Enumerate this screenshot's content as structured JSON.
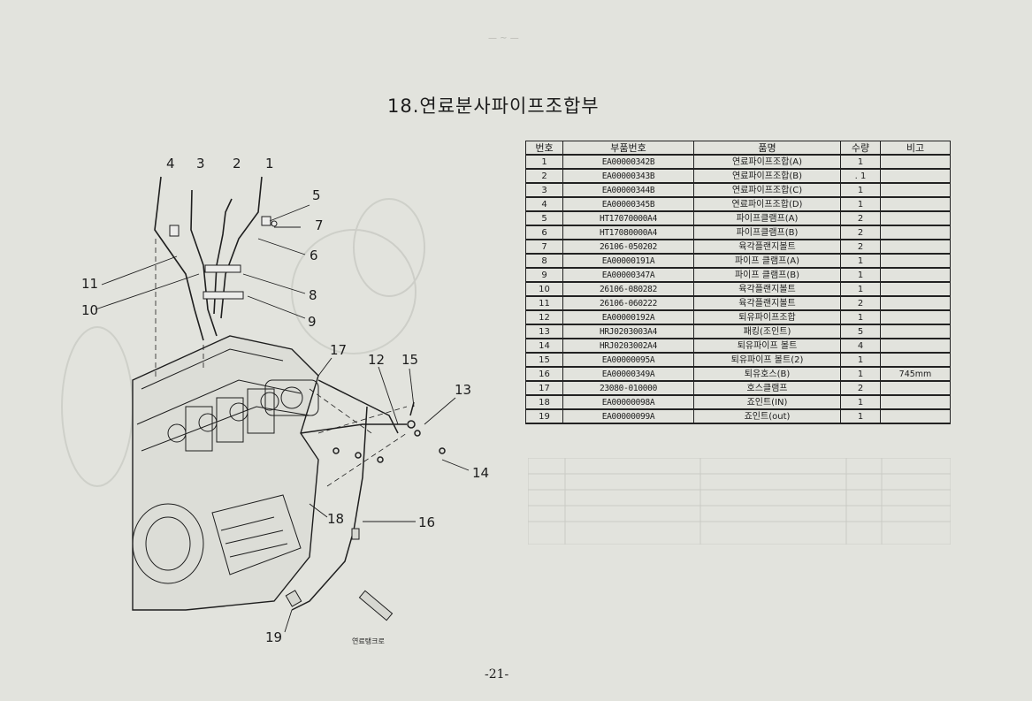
{
  "doc": {
    "section_title": "18.연료분사파이프조합부",
    "page_number": "-21-",
    "tank_label": "연료탱크로"
  },
  "callouts": [
    "4",
    "3",
    "2",
    "1",
    "5",
    "7",
    "6",
    "11",
    "8",
    "10",
    "9",
    "17",
    "12",
    "15",
    "13",
    "14",
    "18",
    "16",
    "19"
  ],
  "table": {
    "headers": {
      "no": "번호",
      "part_no": "부품번호",
      "name": "품명",
      "qty": "수량",
      "note": "비고"
    },
    "rows": [
      {
        "no": "1",
        "part_no": "EA00000342B",
        "name": "연료파이프조합(A)",
        "qty": "1",
        "note": ""
      },
      {
        "no": "2",
        "part_no": "EA00000343B",
        "name": "연료파이프조합(B)",
        "qty": ". 1",
        "note": ""
      },
      {
        "no": "3",
        "part_no": "EA00000344B",
        "name": "연료파이프조합(C)",
        "qty": "1",
        "note": ""
      },
      {
        "no": "4",
        "part_no": "EA00000345B",
        "name": "연료파이프조합(D)",
        "qty": "1",
        "note": ""
      },
      {
        "no": "5",
        "part_no": "HT17070000A4",
        "name": "파이프클램프(A)",
        "qty": "2",
        "note": ""
      },
      {
        "no": "6",
        "part_no": "HT17080000A4",
        "name": "파이프클램프(B)",
        "qty": "2",
        "note": ""
      },
      {
        "no": "7",
        "part_no": "26106-050202",
        "name": "육각플랜지볼트",
        "qty": "2",
        "note": ""
      },
      {
        "no": "8",
        "part_no": "EA00000191A",
        "name": "파이프 클램프(A)",
        "qty": "1",
        "note": ""
      },
      {
        "no": "9",
        "part_no": "EA00000347A",
        "name": "파이프 클램프(B)",
        "qty": "1",
        "note": ""
      },
      {
        "no": "10",
        "part_no": "26106-080282",
        "name": "육각플랜지볼트",
        "qty": "1",
        "note": ""
      },
      {
        "no": "11",
        "part_no": "26106-060222",
        "name": "육각플랜지볼트",
        "qty": "2",
        "note": ""
      },
      {
        "no": "12",
        "part_no": "EA00000192A",
        "name": "퇴유파이프조합",
        "qty": "1",
        "note": ""
      },
      {
        "no": "13",
        "part_no": "HRJ0203003A4",
        "name": "패킹(조인트)",
        "qty": "5",
        "note": ""
      },
      {
        "no": "14",
        "part_no": "HRJ0203002A4",
        "name": "퇴유파이프 볼트",
        "qty": "4",
        "note": ""
      },
      {
        "no": "15",
        "part_no": "EA00000095A",
        "name": "퇴유파이프 볼트(2)",
        "qty": "1",
        "note": ""
      },
      {
        "no": "16",
        "part_no": "EA00000349A",
        "name": "퇴유호스(B)",
        "qty": "1",
        "note": "745mm"
      },
      {
        "no": "17",
        "part_no": "23080-010000",
        "name": "호스클램프",
        "qty": "2",
        "note": ""
      },
      {
        "no": "18",
        "part_no": "EA00000098A",
        "name": "죠인트(IN)",
        "qty": "1",
        "note": ""
      },
      {
        "no": "19",
        "part_no": "EA00000099A",
        "name": "죠인트(out)",
        "qty": "1",
        "note": ""
      }
    ]
  }
}
